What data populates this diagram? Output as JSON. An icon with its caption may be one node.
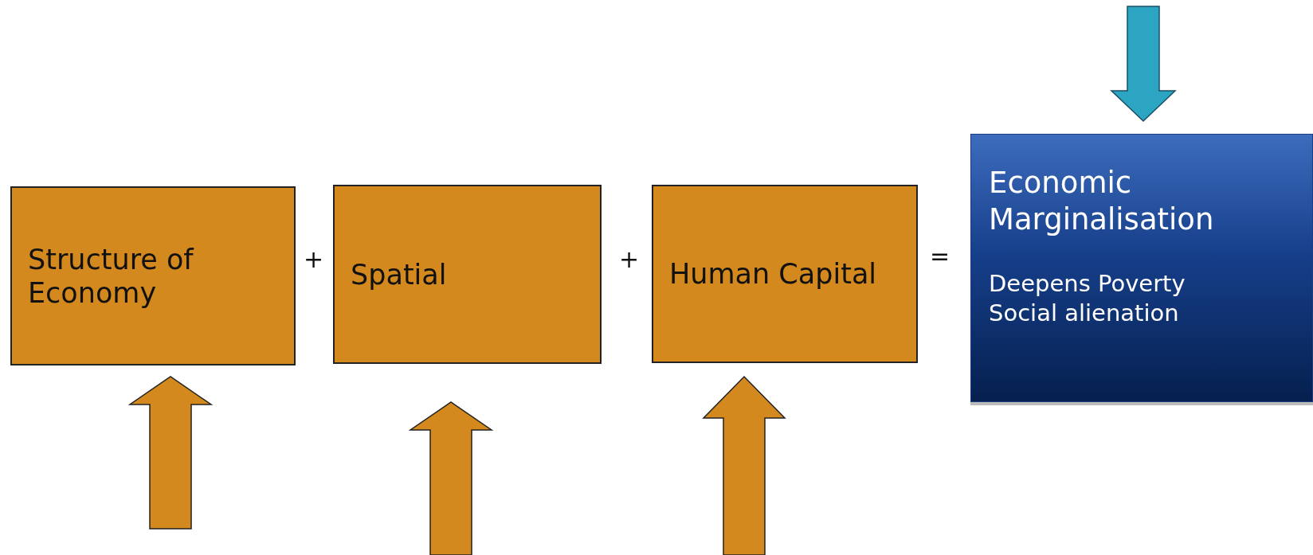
{
  "diagram": {
    "nodes": [
      {
        "text": [
          "Structure of Economy"
        ]
      },
      {
        "text": [
          "Spatial"
        ]
      },
      {
        "text": [
          "Human Capital"
        ]
      },
      {
        "text": [
          "Economic Marginalisation",
          "Deepens Poverty",
          "Social alienation"
        ]
      }
    ],
    "edges": [
      {
        "from": null,
        "to": 0,
        "arrow": "to",
        "style": "thick"
      },
      {
        "from": null,
        "to": 1,
        "arrow": "to",
        "style": "thick"
      },
      {
        "from": null,
        "to": 2,
        "arrow": "to",
        "style": "thick"
      },
      {
        "from": null,
        "to": 3,
        "arrow": "to",
        "style": "thick",
        "color": "#2ca5c2"
      }
    ],
    "labels": [
      "+",
      "+",
      "="
    ]
  }
}
